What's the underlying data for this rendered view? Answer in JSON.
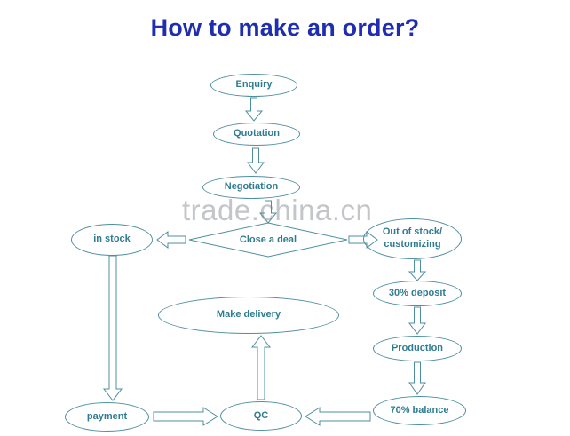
{
  "page": {
    "title": "How to make an order?",
    "watermark": "trade.china.cn",
    "title_color": "#1f2db0",
    "node_stroke_color": "#4e8f9f",
    "node_text_color": "#2f7c92",
    "arrow_stroke_color": "#4e8f9f",
    "background_color": "#ffffff"
  },
  "nodes": {
    "enquiry": {
      "label": "Enquiry",
      "shape": "ellipse"
    },
    "quotation": {
      "label": "Quotation",
      "shape": "ellipse"
    },
    "negotiation": {
      "label": "Negotiation",
      "shape": "ellipse"
    },
    "close_a_deal": {
      "label": "Close a deal",
      "shape": "diamond"
    },
    "in_stock": {
      "label": "in stock",
      "shape": "ellipse"
    },
    "out_of_stock": {
      "label_line1": "Out of stock/",
      "label_line2": "customizing",
      "shape": "ellipse"
    },
    "deposit": {
      "label": "30% deposit",
      "shape": "ellipse"
    },
    "production": {
      "label": "Production",
      "shape": "ellipse"
    },
    "balance": {
      "label": "70% balance",
      "shape": "ellipse"
    },
    "qc": {
      "label": "QC",
      "shape": "ellipse"
    },
    "payment": {
      "label": "payment",
      "shape": "ellipse"
    },
    "make_delivery": {
      "label": "Make delivery",
      "shape": "ellipse"
    }
  },
  "connectors": [
    {
      "from": "enquiry",
      "to": "quotation",
      "direction": "down"
    },
    {
      "from": "quotation",
      "to": "negotiation",
      "direction": "down"
    },
    {
      "from": "negotiation",
      "to": "close_a_deal",
      "direction": "down"
    },
    {
      "from": "close_a_deal",
      "to": "in_stock",
      "direction": "left"
    },
    {
      "from": "close_a_deal",
      "to": "out_of_stock",
      "direction": "right"
    },
    {
      "from": "out_of_stock",
      "to": "deposit",
      "direction": "down"
    },
    {
      "from": "deposit",
      "to": "production",
      "direction": "down"
    },
    {
      "from": "production",
      "to": "balance",
      "direction": "down"
    },
    {
      "from": "balance",
      "to": "qc",
      "direction": "left"
    },
    {
      "from": "in_stock",
      "to": "payment",
      "direction": "down"
    },
    {
      "from": "payment",
      "to": "qc",
      "direction": "right"
    },
    {
      "from": "qc",
      "to": "make_delivery",
      "direction": "up"
    }
  ]
}
